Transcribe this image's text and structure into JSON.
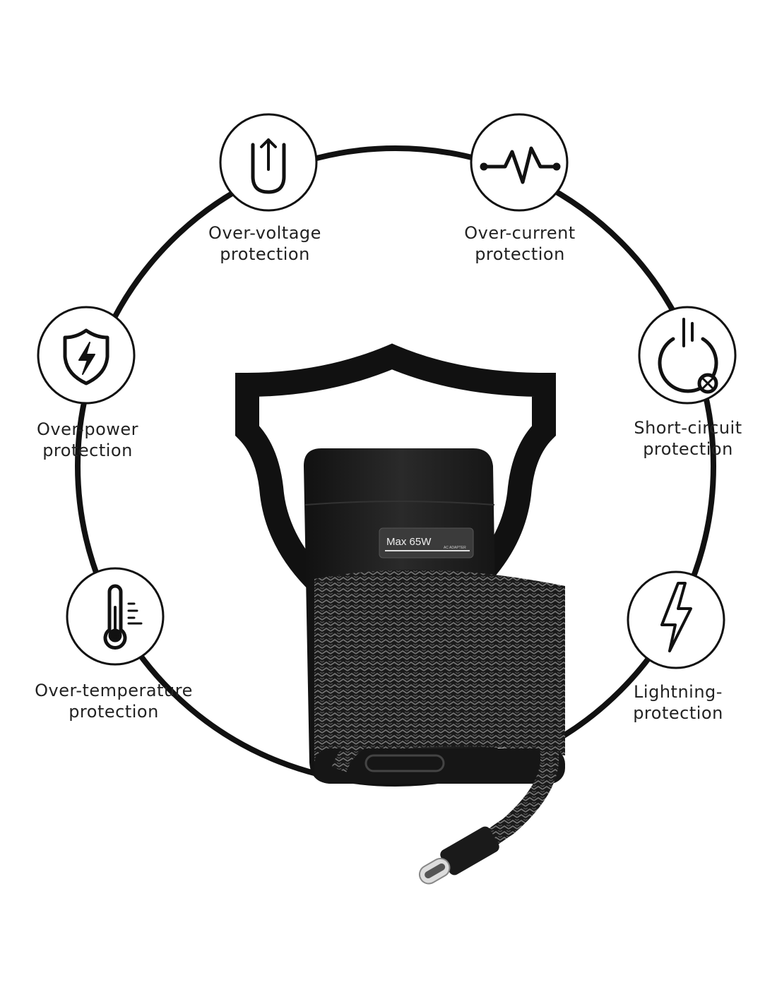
{
  "features": [
    {
      "id": "over-voltage",
      "line1": "Over-voltage",
      "line2": "protection",
      "icon": "plug-arrow-up-icon"
    },
    {
      "id": "over-current",
      "line1": "Over-current",
      "line2": "protection",
      "icon": "pulse-wave-icon"
    },
    {
      "id": "over-power",
      "line1": "Over-power",
      "line2": "protection",
      "icon": "shield-lightning-icon"
    },
    {
      "id": "short-circuit",
      "line1": "Short-circuit",
      "line2": "protection",
      "icon": "power-off-icon"
    },
    {
      "id": "over-temperature",
      "line1": "Over-temperature",
      "line2": "protection",
      "icon": "thermometer-icon"
    },
    {
      "id": "lightning",
      "line1": "Lightning-",
      "line2": "protection",
      "icon": "lightning-bolt-icon"
    }
  ],
  "product": {
    "label": "Max 65W",
    "sublabel": "AC ADAPTER"
  },
  "colors": {
    "ink": "#111111",
    "adapter": "#1c1c1c",
    "braid": "#3a3a3a"
  }
}
